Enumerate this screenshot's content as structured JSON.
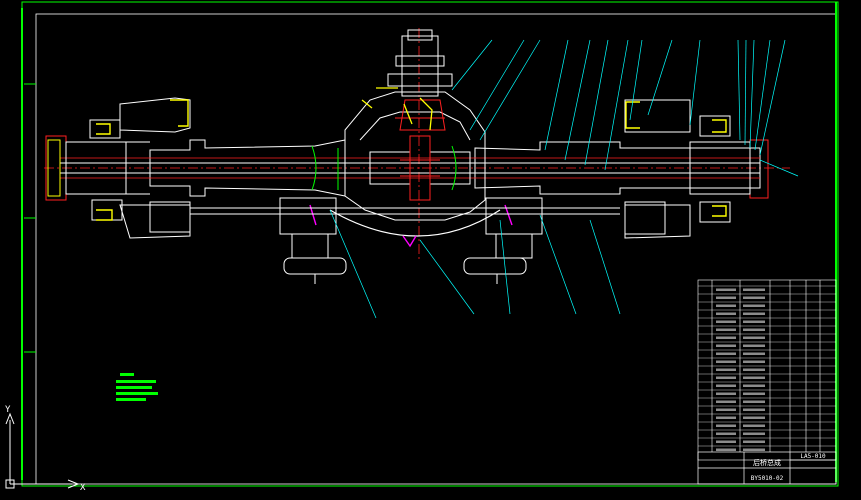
{
  "drawing": {
    "background": "#000000",
    "frame_color": "#00ff00",
    "line_color": "#ffffff",
    "accent_red": "#ff2020",
    "accent_yellow": "#ffff00",
    "accent_cyan": "#00ffff",
    "accent_magenta": "#ff00ff",
    "tech_note_color": "#00ff00",
    "ucs_icon": {
      "y_label": "Y",
      "x_label": "X"
    }
  },
  "title_block": {
    "drawing_title": "后桥总成",
    "drawing_number": "LA5-010",
    "bottom_label": "BY5010-02"
  }
}
